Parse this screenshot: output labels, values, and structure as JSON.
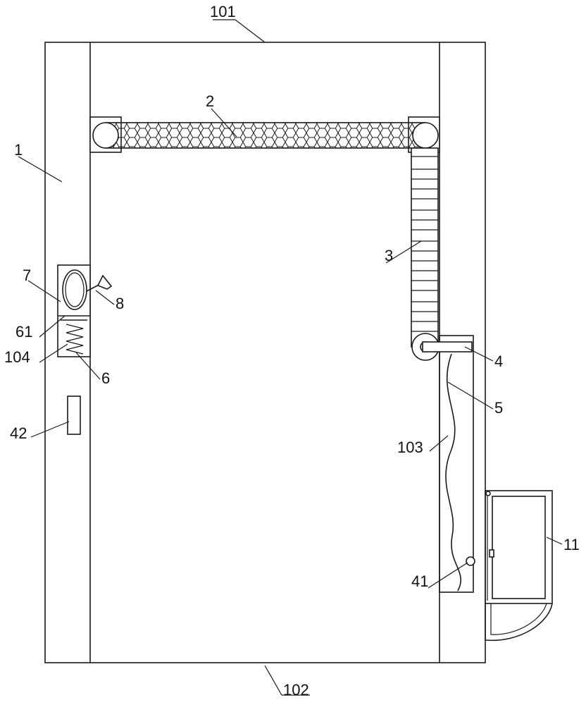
{
  "labels": {
    "l101": "101",
    "l102": "102",
    "l1": "1",
    "l2": "2",
    "l3": "3",
    "l4": "4",
    "l5": "5",
    "l6": "6",
    "l7": "7",
    "l8": "8",
    "l11": "11",
    "l41": "41",
    "l42": "42",
    "l61": "61",
    "l103": "103",
    "l104": "104"
  },
  "colors": {
    "stroke": "#1a1a1a",
    "background": "#ffffff"
  }
}
